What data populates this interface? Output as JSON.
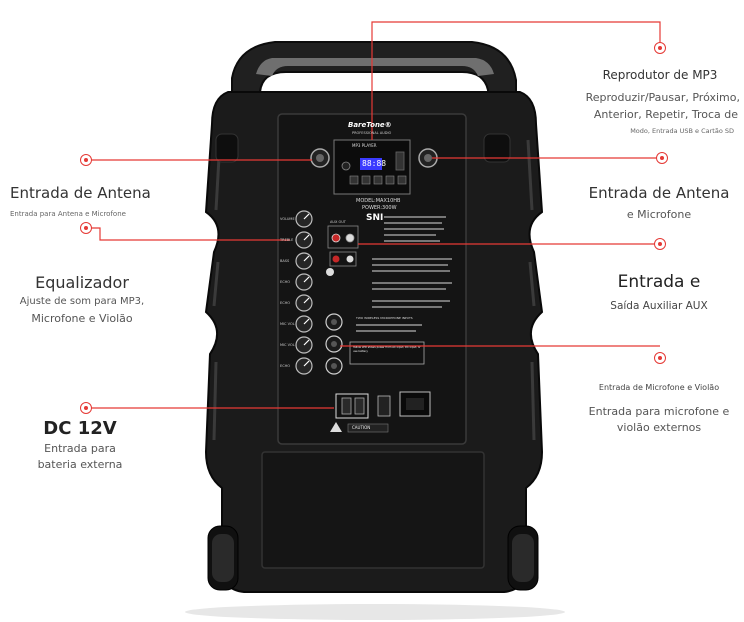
{
  "callouts": {
    "mp3": {
      "title": "Reprodutor de MP3",
      "line1": "Reproduzir/Pausar, Próximo,",
      "line2": "Anterior, Repetir, Troca de",
      "line3": "Modo, Entrada USB e Cartão SD"
    },
    "antenna_left": {
      "title": "Entrada de Antena",
      "subtitle": "Entrada para Antena e Microfone"
    },
    "antenna_right": {
      "title": "Entrada de Antena",
      "subtitle": "e Microfone"
    },
    "equalizer": {
      "title": "Equalizador",
      "line1": "Ajuste de som para MP3,",
      "line2": "Microfone e Violão"
    },
    "aux": {
      "title": "Entrada e",
      "subtitle": "Saída Auxiliar AUX"
    },
    "mic_guitar": {
      "title": "Entrada de Microfone e Violão",
      "line1": "Entrada para microfone e",
      "line2": "violão externos"
    },
    "dc": {
      "title": "DC 12V",
      "line1": "Entrada para",
      "line2": "bateria externa"
    }
  },
  "panel": {
    "brand": "BareTone®",
    "brand_sub": "PROFESSIONAL AUDIO",
    "mp3_label": "MP3 PLAYER",
    "display": "88:88",
    "model": "MODEL:MAX10HB",
    "power": "POWER:300W",
    "sni": "SNI",
    "aux_label": "AUX OUT",
    "mic_label": "TWO WIRELESS MICROPHONE INPUTS",
    "battery_note": "Yellow LED shows power from AC input, DC input, or use battery",
    "caution": "CAUTION",
    "knobs": [
      "VOLUME",
      "TREBLE",
      "BASS",
      "ECHO",
      "ECHO",
      "MIC VOL",
      "MIC VOL",
      "ECHO"
    ]
  },
  "colors": {
    "accent": "#e53935",
    "speaker_body": "#1b1b1b",
    "panel": "#141414",
    "display": "#3b3bff"
  }
}
